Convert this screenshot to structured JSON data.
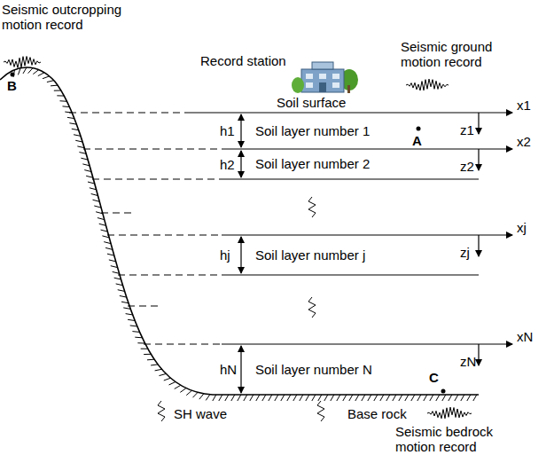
{
  "diagram": {
    "labels": [
      "Seismic outcropping motion record",
      "B",
      "Record station",
      "Seismic ground motion record",
      "Soil surface",
      "h1",
      "Soil layer number 1",
      "A",
      "z1",
      "x1",
      "h2",
      "Soil layer number 2",
      "z2",
      "x2",
      "hj",
      "Soil layer number j",
      "zj",
      "xj",
      "hN",
      "Soil layer number N",
      "C",
      "zN",
      "xN",
      "SH wave",
      "Base rock",
      "Seismic bedrock motion record"
    ]
  }
}
